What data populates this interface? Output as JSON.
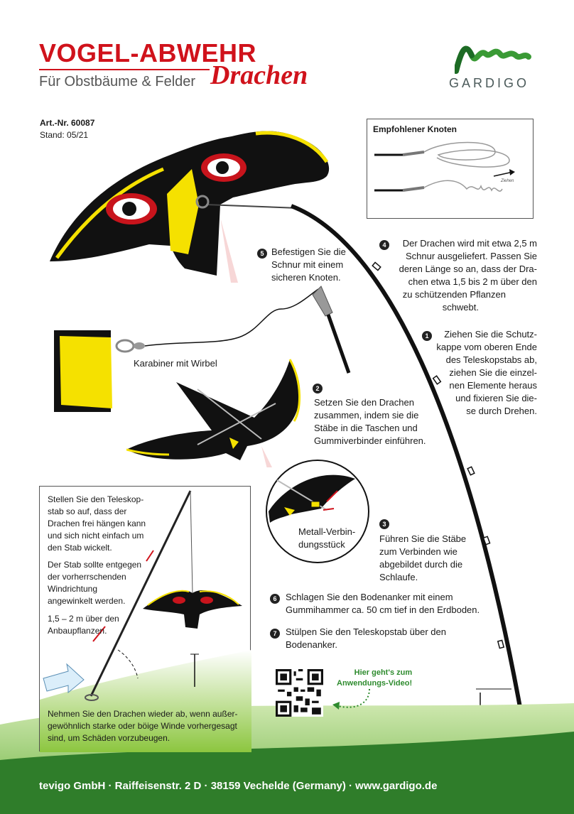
{
  "header": {
    "title": "VOGEL-ABWEHR",
    "subtitle": "Für Obstbäume & Felder",
    "title_script": "Drachen",
    "brand": "GARDIGO"
  },
  "meta": {
    "art_nr": "Art.-Nr. 60087",
    "stand": "Stand: 05/21"
  },
  "knot": {
    "title": "Empfohlener Knoten",
    "arrow_label": "Ziehen"
  },
  "steps": [
    {
      "num": "1",
      "lines": [
        "Ziehen Sie die Schutz-",
        "kappe vom oberen Ende",
        "des Teleskopstabs ab,",
        "ziehen Sie die einzel-",
        "nen Elemente heraus",
        "und fixieren Sie die-",
        "se durch Drehen."
      ]
    },
    {
      "num": "2",
      "lines": [
        "Setzen Sie den Drachen",
        "zusammen, indem sie die",
        "Stäbe in die Taschen und",
        "Gummiverbinder einführen."
      ]
    },
    {
      "num": "3",
      "lines": [
        "Führen Sie die Stäbe",
        "zum Verbinden wie",
        "abgebildet durch die",
        "Schlaufe."
      ]
    },
    {
      "num": "4",
      "lines": [
        "Der Drachen wird mit etwa 2,5 m",
        "Schnur ausgeliefert. Passen Sie",
        "deren Länge so an, dass der Dra-",
        "chen etwa 1,5 bis 2 m über den",
        "zu schützenden Pflanzen",
        "schwebt."
      ]
    },
    {
      "num": "5",
      "lines": [
        "Befestigen Sie die",
        "Schnur mit einem",
        "sicheren Knoten."
      ]
    },
    {
      "num": "6",
      "lines": [
        "Schlagen Sie den Bodenanker mit einem",
        "Gummihammer ca. 50 cm tief in den Erdboden."
      ]
    },
    {
      "num": "7",
      "lines": [
        "Stülpen Sie den Teleskopstab über den",
        "Bodenanker."
      ]
    }
  ],
  "labels": {
    "karabiner": "Karabiner mit Wirbel",
    "metall": [
      "Metall-Verbin-",
      "dungsstück"
    ]
  },
  "left_box": {
    "p1": [
      "Stellen Sie den Teleskop-",
      "stab so auf, dass der",
      "Drachen frei hängen kann",
      "und sich nicht einfach um",
      "den Stab wickelt."
    ],
    "p2": [
      "Der Stab sollte entgegen",
      "der vorherrschenden",
      "Windrichtung",
      "angewinkelt werden."
    ],
    "p3": [
      "1,5 – 2 m über den",
      "Anbaupflanzen."
    ],
    "p4": [
      "Nehmen Sie den Drachen wieder ab, wenn außer-",
      "gewöhnlich starke oder böige Winde vorhergesagt",
      "sind, um Schäden vorzubeugen."
    ]
  },
  "video": {
    "lines": [
      "Hier geht's zum",
      "Anwendungs-Video!"
    ]
  },
  "footer": {
    "text": "tevigo GmbH · Raiffeisenstr. 2 D · 38159 Vechelde (Germany) · www.gardigo.de"
  },
  "colors": {
    "red": "#d0121b",
    "green_dark": "#2f7d2a",
    "green_light": "#8cc63f",
    "yellow": "#f5e100",
    "black": "#111111"
  }
}
